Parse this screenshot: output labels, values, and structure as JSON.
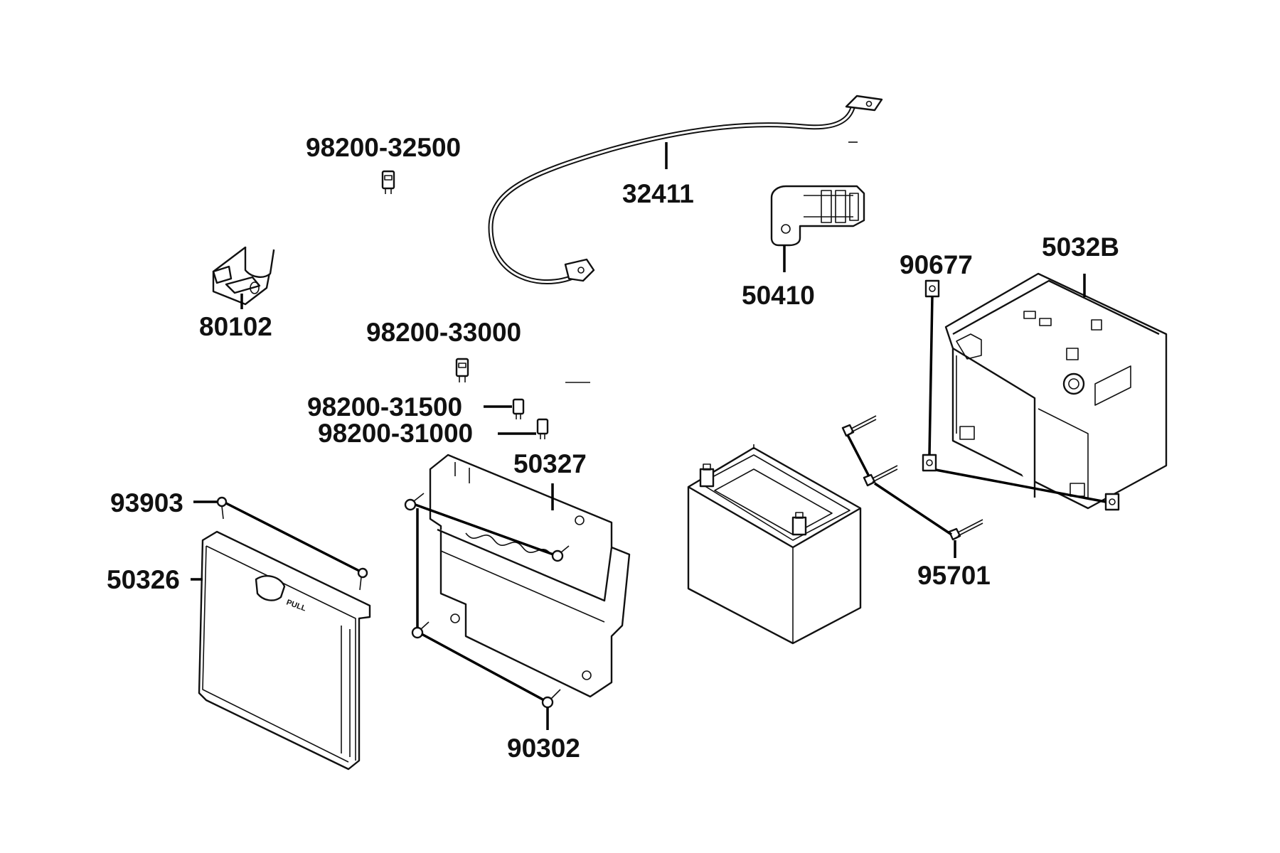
{
  "diagram": {
    "labels": {
      "p98200_32500": "98200-32500",
      "p32411": "32411",
      "p80102": "80102",
      "p50410": "50410",
      "p90677": "90677",
      "p5032B": "5032B",
      "p98200_33000": "98200-33000",
      "p98200_31500": "98200-31500",
      "p98200_31000": "98200-31000",
      "p50327": "50327",
      "p93903": "93903",
      "p50326": "50326",
      "p95701": "95701",
      "p90302": "90302"
    },
    "cover_text": "PULL"
  }
}
